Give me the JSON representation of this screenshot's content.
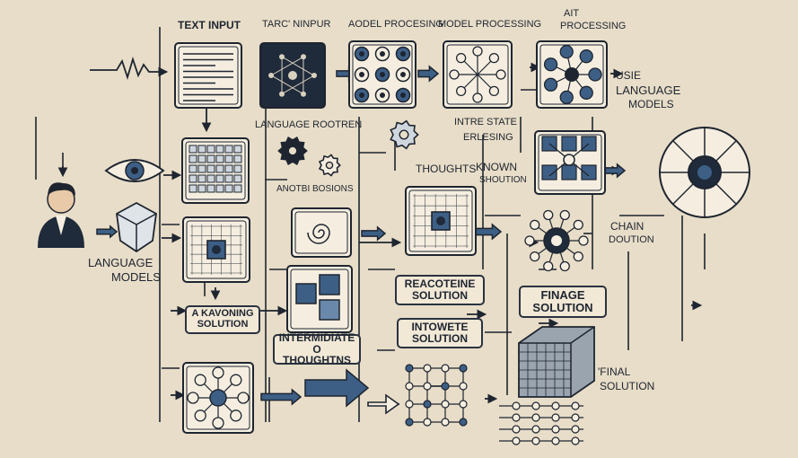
{
  "labels": {
    "text_input": "TEXT INPUT",
    "target_input": "TARC' NINPUR",
    "model_processing_a": "AODEL PROCESING",
    "model_processing_b": "MODEL PROCESSING",
    "ai_processing_1": "AIT",
    "ai_processing_2": "PROCESSING",
    "language_problem": "LANGUAGE ROOTREN",
    "intermediate_top_1": "INTRE STATE",
    "intermediate_top_2": "ERLESING",
    "another_solutions": "ANOTBI BOSIONS",
    "using_lm_1": "USIE",
    "using_lm_2": "LANGUAGE",
    "using_lm_3": "MODELS",
    "thoughts": "THOUGHTS",
    "known": "KNOWN",
    "known_solution": "SHOUTION",
    "chain_1": "CHAIN",
    "chain_2": "DOUTION",
    "language_models_1": "LANGUAGE",
    "language_models_2": "MODELS",
    "reasoning_1": "REACOTEINE",
    "reasoning_2": "SOLUTION",
    "finage_1": "FINAGE",
    "finage_2": "SOLUTION",
    "knowing_1": "A KAVONING",
    "knowing_2": "SOLUTION",
    "intowete_1": "INTOWETE",
    "intowete_2": "SOLUTION",
    "intermediate_1": "INTERMIDIATE",
    "intermediate_2": "O THOUGHTNS",
    "final_1": "'FINAL",
    "final_2": "SOLUTION"
  },
  "colors": {
    "background": "#e8ddc8",
    "ink": "#1e2530",
    "accent_blue": "#3d5f85",
    "panel_dark": "#1f2a3a",
    "panel_light": "#f1e8d6"
  },
  "icons": {
    "person": "person-icon",
    "eye": "eye-icon",
    "cube": "cube-icon",
    "gear": "gear-icon",
    "network": "network-icon",
    "wheel": "radial-wheel-icon",
    "document": "document-icon",
    "grid": "grid-icon"
  }
}
